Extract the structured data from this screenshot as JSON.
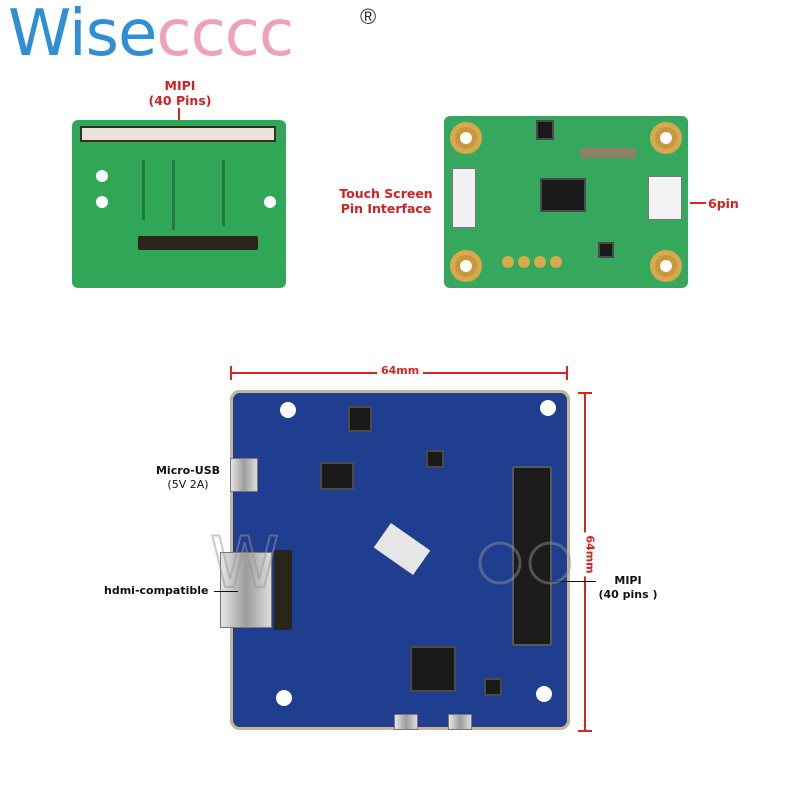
{
  "brand": {
    "part1": "Wise",
    "part2": "cccc",
    "registered": "®"
  },
  "adapter_board": {
    "mipi_label": "MIPI",
    "mipi_pins": "(40 Pins)"
  },
  "touch_board": {
    "touch_label_line1": "Touch Screen",
    "touch_label_line2": "Pin Interface",
    "pin6_label": "6pin"
  },
  "main_board": {
    "width_label": "64mm",
    "height_label": "64mm",
    "usb_label_line1": "Micro-USB",
    "usb_label_line2": "(5V 2A)",
    "hdmi_label": "hdmi-compatible",
    "mipi_label_line1": "MIPI",
    "mipi_label_line2": "(40 pins )"
  },
  "colors": {
    "brand_blue": "#2e8fd6",
    "brand_pink": "#f0a1b8",
    "label_red": "#d32020",
    "pcb_green": "#2fa757",
    "pcb_blue": "#1f3e8f"
  }
}
